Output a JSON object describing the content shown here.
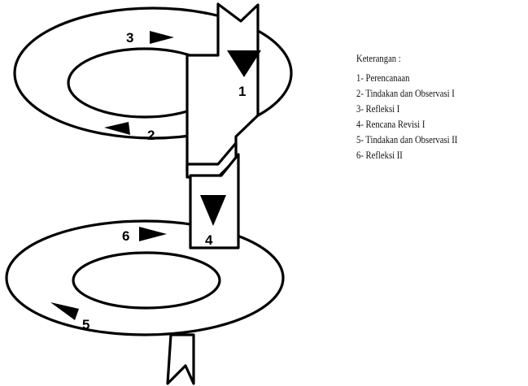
{
  "steps": [
    {
      "number": "1",
      "label": "Perencanaan"
    },
    {
      "number": "2",
      "label": "Tindakan dan Observasi I"
    },
    {
      "number": "3",
      "label": "Refleksi I"
    },
    {
      "number": "4",
      "label": "Rencana Revisi I"
    },
    {
      "number": "5",
      "label": "Tindakan dan Observasi II"
    },
    {
      "number": "6",
      "label": "Refleksi II"
    }
  ],
  "legend": {
    "title": "Keterangan :",
    "items": [
      "1- Perencanaan",
      "2- Tindakan dan Observasi I",
      "3- Refleksi I",
      "4- Rencana Revisi I",
      "5- Tindakan dan Observasi II",
      "6- Refleksi II"
    ]
  }
}
